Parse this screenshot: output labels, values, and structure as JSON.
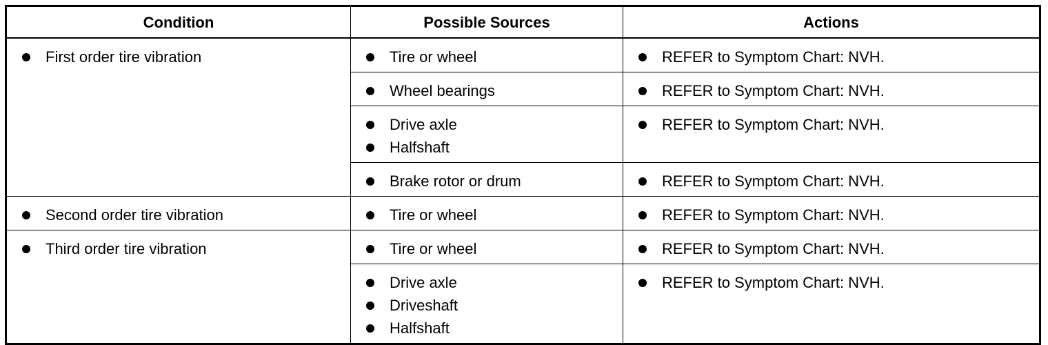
{
  "table": {
    "headers": {
      "condition": "Condition",
      "sources": "Possible Sources",
      "actions": "Actions"
    },
    "groups": [
      {
        "condition": "First order tire vibration",
        "rows": [
          {
            "sources": [
              "Tire or wheel"
            ],
            "action": "REFER to Symptom Chart: NVH."
          },
          {
            "sources": [
              "Wheel bearings"
            ],
            "action": "REFER to Symptom Chart: NVH."
          },
          {
            "sources": [
              "Drive axle",
              "Halfshaft"
            ],
            "action": "REFER to Symptom Chart: NVH."
          },
          {
            "sources": [
              "Brake rotor or drum"
            ],
            "action": "REFER to Symptom Chart: NVH."
          }
        ]
      },
      {
        "condition": "Second order tire vibration",
        "rows": [
          {
            "sources": [
              "Tire or wheel"
            ],
            "action": "REFER to Symptom Chart: NVH."
          }
        ]
      },
      {
        "condition": "Third order tire vibration",
        "rows": [
          {
            "sources": [
              "Tire or wheel"
            ],
            "action": "REFER to Symptom Chart: NVH."
          },
          {
            "sources": [
              "Drive axle",
              "Driveshaft",
              "Halfshaft"
            ],
            "action": "REFER to Symptom Chart: NVH."
          }
        ]
      }
    ]
  }
}
